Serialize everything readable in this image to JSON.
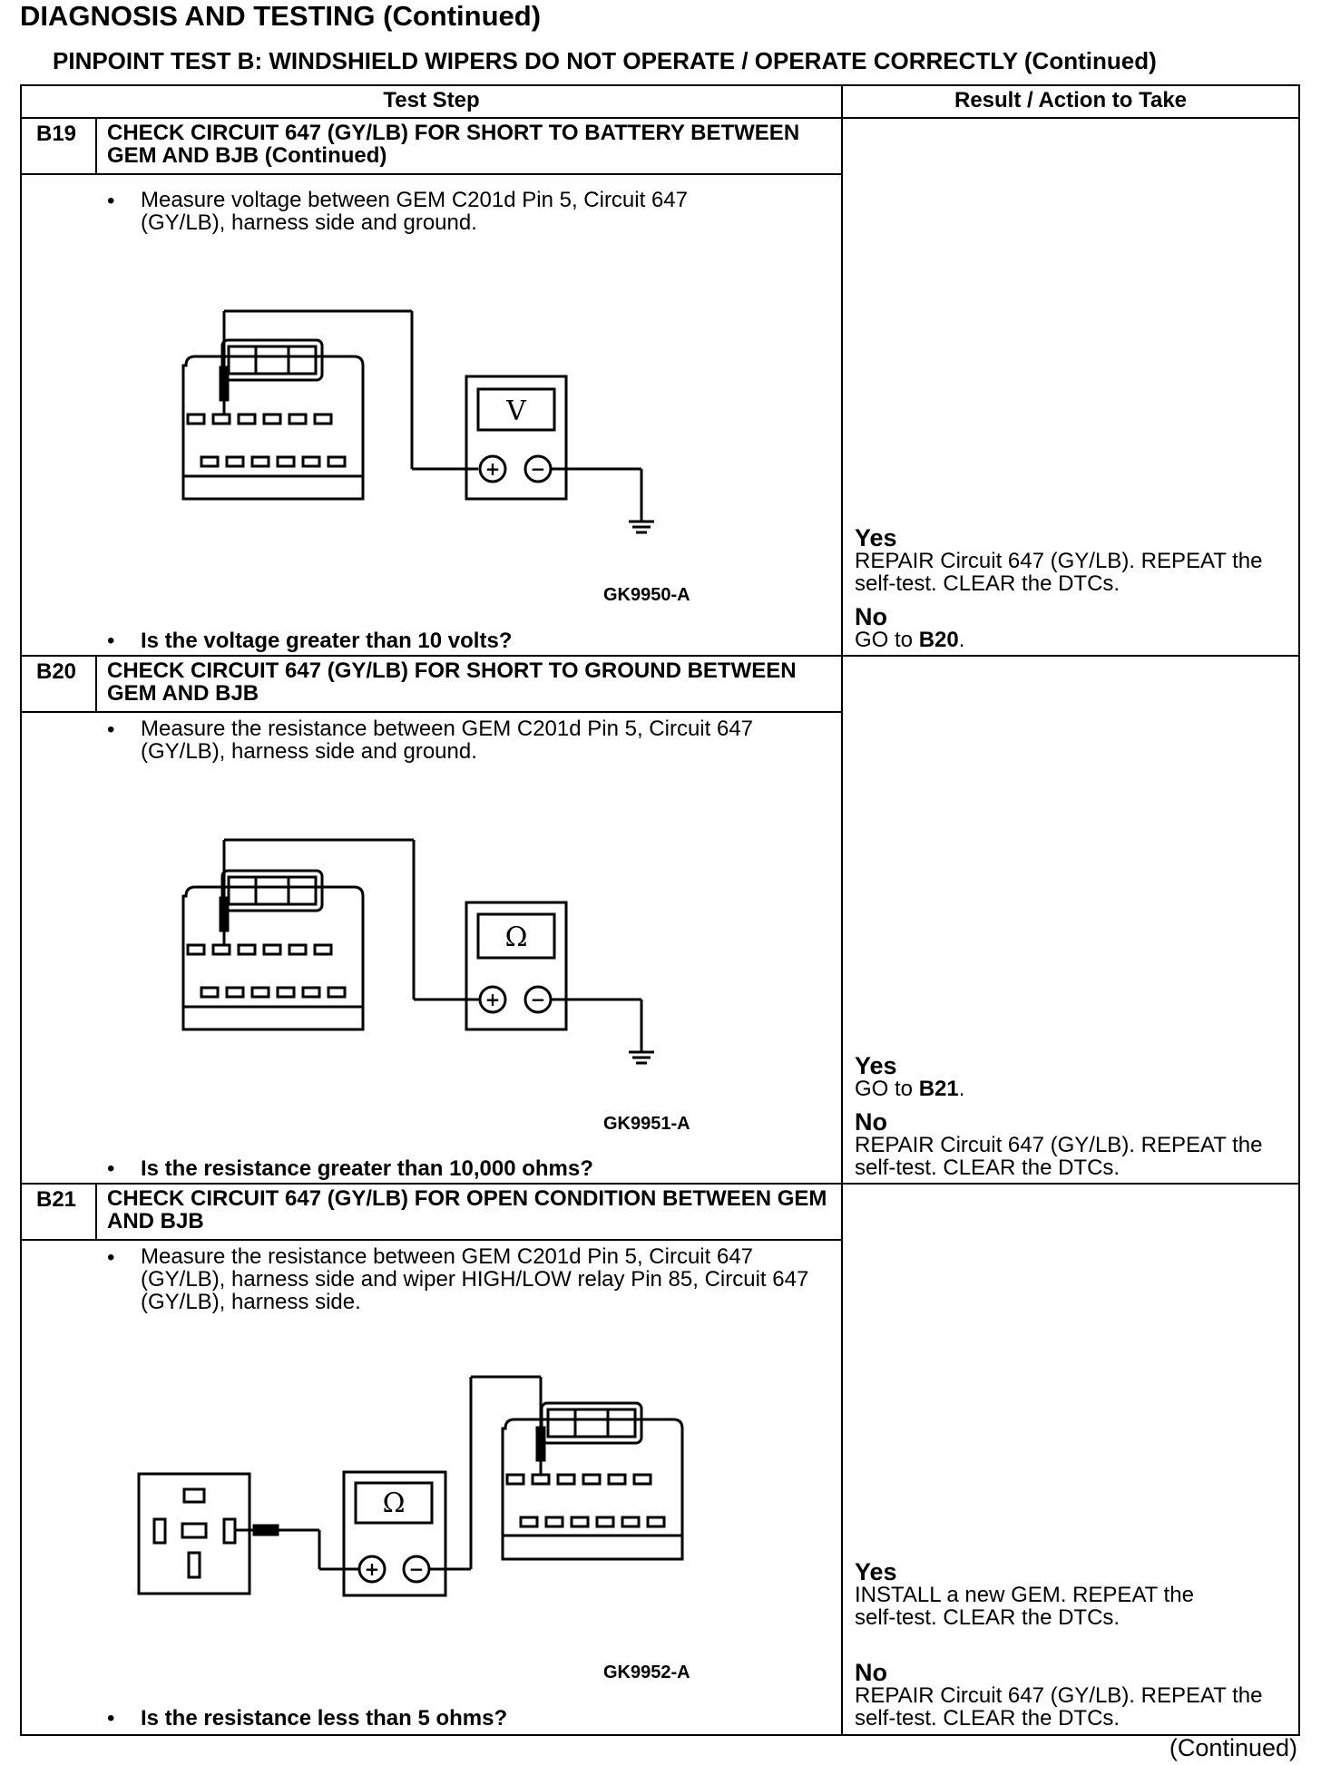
{
  "header": {
    "title": "DIAGNOSIS AND TESTING (Continued)",
    "subtitle": "PINPOINT TEST  B: WINDSHIELD WIPERS DO NOT OPERATE / OPERATE CORRECTLY (Continued)"
  },
  "table": {
    "columns": [
      "Test Step",
      "Result / Action to Take"
    ]
  },
  "steps": [
    {
      "id": "B19",
      "title": "CHECK CIRCUIT 647 (GY/LB) FOR SHORT TO BATTERY BETWEEN GEM AND BJB (Continued)",
      "instruction": "Measure voltage between GEM C201d Pin 5, Circuit 647 (GY/LB), harness side and ground.",
      "meter_symbol": "V",
      "figure_id": "GK9950-A",
      "question": "Is the voltage greater than 10 volts?",
      "results": [
        {
          "answer": "Yes",
          "action": "REPAIR Circuit 647 (GY/LB). REPEAT the self-test. CLEAR the DTCs."
        },
        {
          "answer": "No",
          "action_prefix": "GO to ",
          "action_bold": "B20",
          "action_suffix": "."
        }
      ]
    },
    {
      "id": "B20",
      "title": "CHECK CIRCUIT 647 (GY/LB) FOR SHORT TO GROUND BETWEEN GEM AND BJB",
      "instruction": "Measure the resistance between GEM C201d Pin 5, Circuit 647 (GY/LB), harness side and ground.",
      "meter_symbol": "Ω",
      "figure_id": "GK9951-A",
      "question": "Is the resistance greater than 10,000 ohms?",
      "results": [
        {
          "answer": "Yes",
          "action_prefix": "GO to ",
          "action_bold": "B21",
          "action_suffix": "."
        },
        {
          "answer": "No",
          "action": "REPAIR Circuit 647 (GY/LB). REPEAT the self-test. CLEAR the DTCs."
        }
      ]
    },
    {
      "id": "B21",
      "title": "CHECK CIRCUIT 647 (GY/LB) FOR OPEN CONDITION BETWEEN GEM AND BJB",
      "instruction": "Measure the resistance between GEM C201d Pin 5, Circuit 647 (GY/LB), harness side and wiper HIGH/LOW relay Pin 85, Circuit 647 (GY/LB), harness side.",
      "meter_symbol": "Ω",
      "figure_id": "GK9952-A",
      "question": "Is the resistance less than 5 ohms?",
      "results": [
        {
          "answer": "Yes",
          "action": "INSTALL a new GEM. REPEAT the self-test. CLEAR the DTCs."
        },
        {
          "answer": "No",
          "action": "REPAIR Circuit 647 (GY/LB). REPEAT the self-test. CLEAR the DTCs."
        }
      ]
    }
  ],
  "bullet_glyph": "•",
  "plus_sign": "+",
  "minus_sign": "−",
  "footer": {
    "continued": "(Continued)"
  }
}
